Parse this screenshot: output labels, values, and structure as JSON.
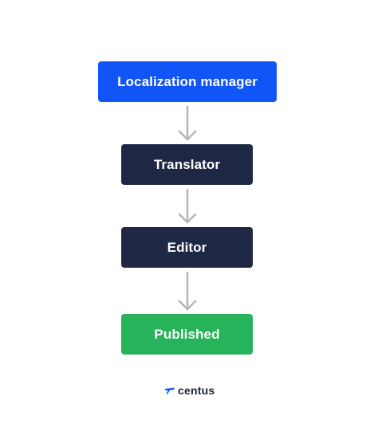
{
  "nodes": [
    {
      "label": "Localization manager",
      "color": "#1155f6"
    },
    {
      "label": "Translator",
      "color": "#1e2844"
    },
    {
      "label": "Editor",
      "color": "#1e2844"
    },
    {
      "label": "Published",
      "color": "#27b359"
    }
  ],
  "arrow_color": "#b5b5b5",
  "logo": {
    "text": "centus",
    "mark_color": "#1155f6",
    "text_color": "#1a2238"
  }
}
